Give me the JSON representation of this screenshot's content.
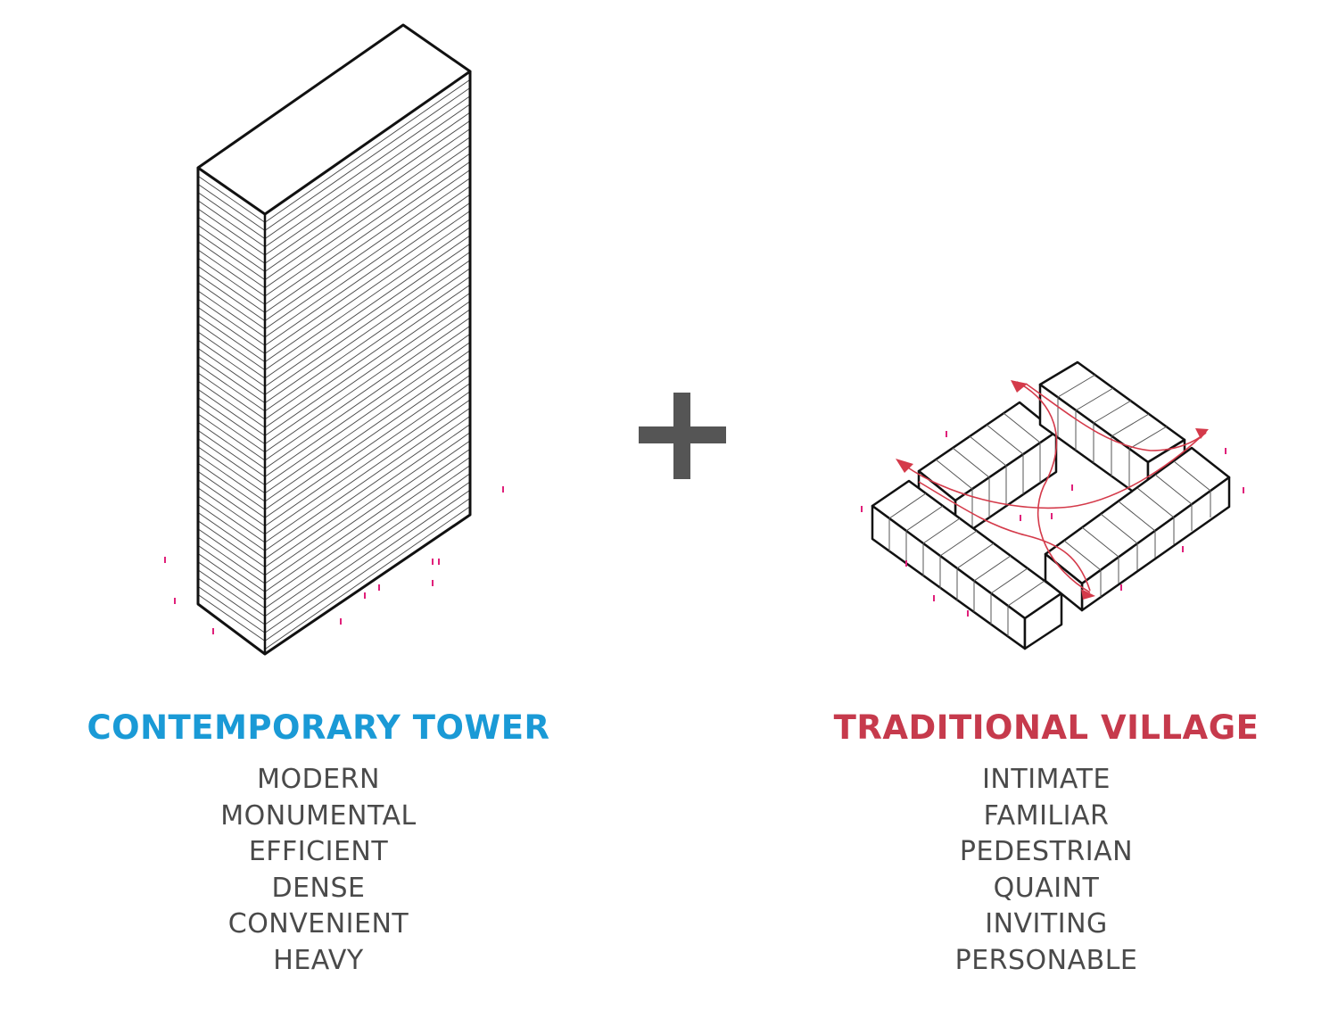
{
  "tower": {
    "title": "CONTEMPORARY TOWER",
    "traits": [
      "MODERN",
      "MONUMENTAL",
      "EFFICIENT",
      "DENSE",
      "CONVENIENT",
      "HEAVY"
    ]
  },
  "village": {
    "title": "TRADITIONAL VILLAGE",
    "traits": [
      "INTIMATE",
      "FAMILIAR",
      "PEDESTRIAN",
      "QUAINT",
      "INVITING",
      "PERSONABLE"
    ]
  },
  "colors": {
    "tower_accent": "#1a9ad6",
    "village_accent": "#c63a4c",
    "people": "#e0207a",
    "line": "#111111",
    "plus": "#555555",
    "trait_text": "#4a4a4a"
  },
  "icons": [
    "tower-block-icon",
    "plus-icon",
    "village-blocks-icon",
    "pedestrian-figures",
    "circulation-arrows"
  ]
}
